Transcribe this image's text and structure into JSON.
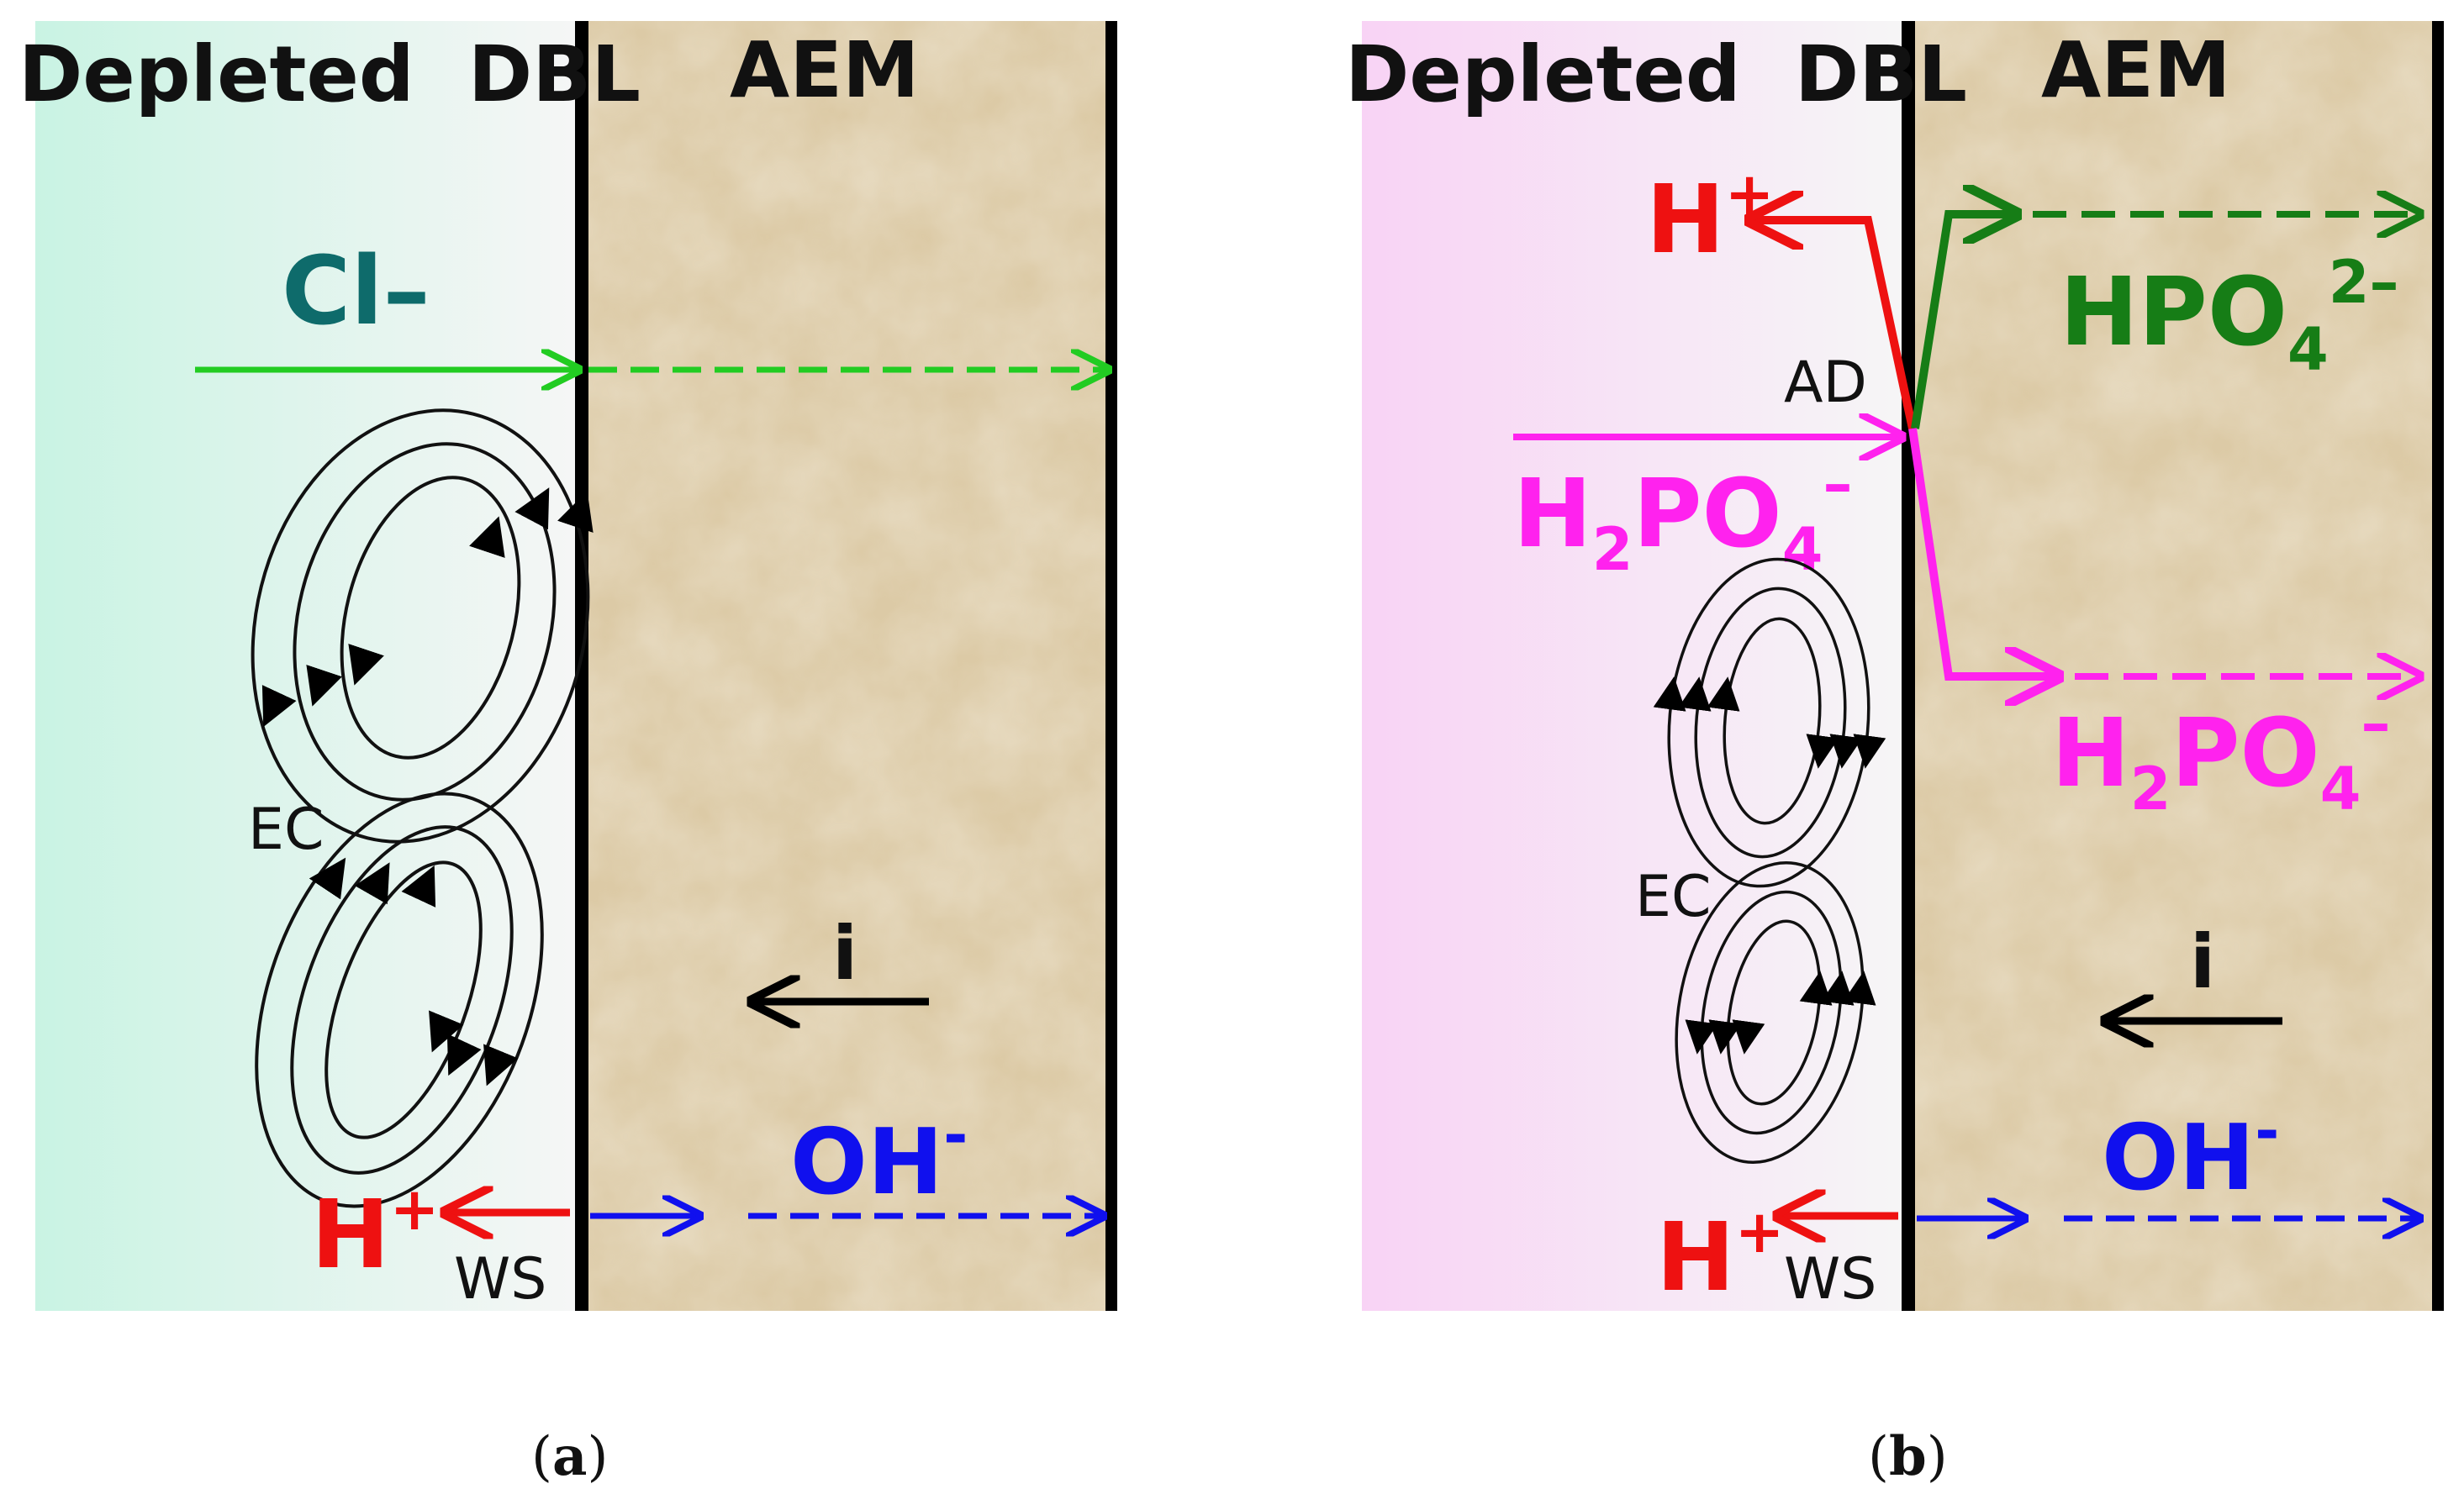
{
  "panels": [
    {
      "id": "a",
      "header_left": "Depleted  DBL",
      "header_right": "AEM",
      "ion_cl": "Cl–",
      "label_ec": "EC",
      "label_i": "i",
      "label_h": "H",
      "label_h_sup": "+",
      "label_oh": "OH",
      "label_oh_sup": "-",
      "label_ws": "WS",
      "caption_open": "(",
      "caption_letter": "a",
      "caption_close": ")"
    },
    {
      "id": "b",
      "header_left": "Depleted  DBL",
      "header_right": "AEM",
      "label_h_top": "H",
      "label_h_top_sup": "+",
      "label_ad": "AD",
      "label_hpo4": "HPO",
      "label_hpo4_sub": "4",
      "label_hpo4_sup": "2–",
      "label_h2po4_left": "H",
      "label_h2po4_left_sub": "2",
      "label_h2po4_left_po": "PO",
      "label_h2po4_left_sub2": "4",
      "label_h2po4_left_sup": "–",
      "label_h2po4_right": "H",
      "label_h2po4_right_sub": "2",
      "label_h2po4_right_po": "PO",
      "label_h2po4_right_sub2": "4",
      "label_h2po4_right_sup": "–",
      "label_ec": "EC",
      "label_i": "i",
      "label_h": "H",
      "label_h_sup": "+",
      "label_oh": "OH",
      "label_oh_sup": "-",
      "label_ws": "WS",
      "caption_open": "(",
      "caption_letter": "b",
      "caption_close": ")"
    }
  ],
  "colors": {
    "membrane": "#dccaa6",
    "dbl_a_start": "#c9f3e3",
    "dbl_b_start": "#f8d3f5",
    "dbl_end": "#f6f6f6",
    "green_light": "#22cc22",
    "green_dark": "#167d16",
    "magenta": "#ff22ee",
    "red": "#ee1111",
    "blue": "#1010ee",
    "teal": "#0e6b6b",
    "black": "#000000"
  }
}
